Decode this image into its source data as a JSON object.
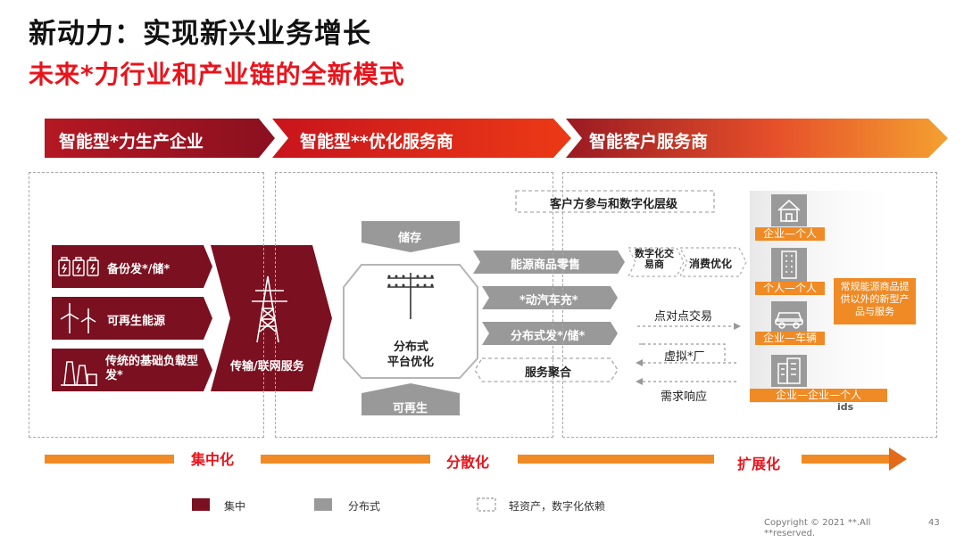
{
  "header": {
    "title": "新动力：实现新兴业务增长",
    "subtitle": "未来*力行业和产业链的全新模式"
  },
  "stages": [
    {
      "label": "智能型*力生产企业"
    },
    {
      "label": "智能型**优化服务商"
    },
    {
      "label": "智能客户服务商"
    }
  ],
  "left": {
    "sources": [
      {
        "label": "备份发*/储*",
        "icon": "battery-icon"
      },
      {
        "label": "可再生能源",
        "icon": "wind-turbine-icon"
      },
      {
        "label": "传统的基础负载型发*",
        "icon": "power-plant-icon"
      }
    ],
    "transmission_label": "传输/联网服务",
    "transmission_icon": "transmission-tower-icon"
  },
  "middle": {
    "storage_label": "储存",
    "renewable_label": "可再生",
    "platform_label_1": "分布式",
    "platform_label_2": "平台优化",
    "platform_icon": "power-pole-icon",
    "participation_label": "客户方参与和数字化层级",
    "services": [
      "能源商品零售",
      "*动汽车充*",
      "分布式发*/储*",
      "服务聚合"
    ],
    "digital_exchange": "数字化交易商",
    "consumption_opt": "消费优化",
    "flows": [
      "点对点交易",
      "虚拟*厂",
      "需求响应"
    ]
  },
  "right": {
    "customers": [
      {
        "label": "企业—个人",
        "icon": "house-icon"
      },
      {
        "label": "个人—个人",
        "icon": "apartment-icon"
      },
      {
        "label": "企业—车辆",
        "icon": "car-icon"
      },
      {
        "label": "企业—企业—个人",
        "icon": "office-building-icon"
      }
    ],
    "note": "常规能源商品提供以外的新型产品与服务",
    "fragment": "ids"
  },
  "bottom": {
    "labels": [
      "集中化",
      "分散化",
      "扩展化"
    ]
  },
  "legend": [
    {
      "label": "集中",
      "color": "#7a1020"
    },
    {
      "label": "分布式",
      "color": "#999999"
    },
    {
      "label": "轻资产，数字化依赖",
      "color": "dashed"
    }
  ],
  "footer": {
    "copyright": "Copyright © 2021 **.All **reserved.",
    "page": "43"
  },
  "colors": {
    "dark_red": "#7a1020",
    "red": "#e8141c",
    "orange": "#f08a24",
    "gray": "#999999"
  }
}
